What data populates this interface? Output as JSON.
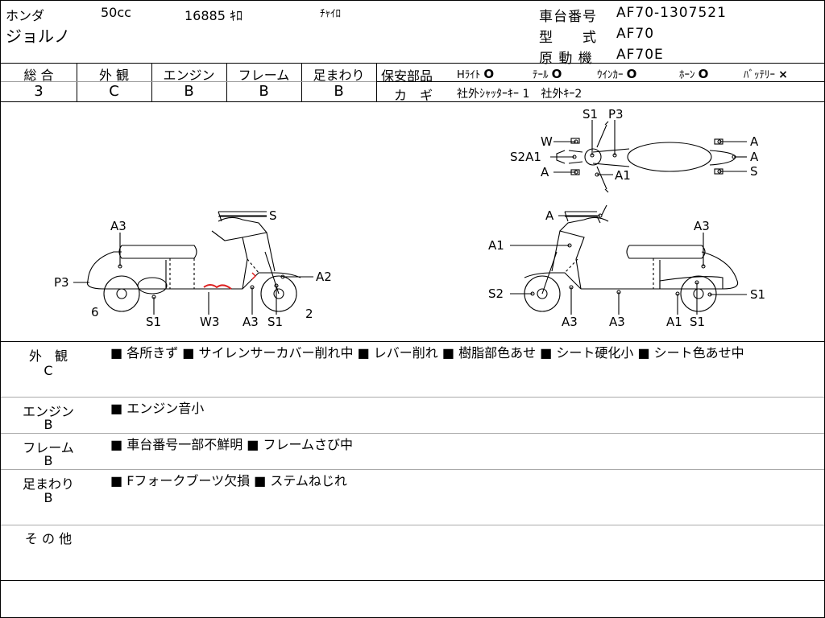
{
  "header": {
    "maker": "ホンダ",
    "displacement": "50cc",
    "mileage": "16885 ｷﾛ",
    "tag": "ﾁｬｲﾛ",
    "model_name": "ジョルノ",
    "frame_no_label": "車台番号",
    "frame_no": "AF70-1307521",
    "type_label": "型　　式",
    "type": "AF70",
    "engine_label": "原 動 機",
    "engine": "AF70E"
  },
  "grades": [
    {
      "label": "総 合",
      "value": "3"
    },
    {
      "label": "外 観",
      "value": "C"
    },
    {
      "label": "エンジン",
      "value": "B"
    },
    {
      "label": "フレーム",
      "value": "B"
    },
    {
      "label": "足まわり",
      "value": "B"
    }
  ],
  "safety": {
    "label": "保安部品",
    "items": [
      {
        "name": "Hﾗｲﾄ",
        "mark": "O"
      },
      {
        "name": "ﾃｰﾙ",
        "mark": "O"
      },
      {
        "name": "ｳｲﾝｶｰ",
        "mark": "O"
      },
      {
        "name": "ﾎｰﾝ",
        "mark": "O"
      },
      {
        "name": "ﾊﾞｯﾃﾘｰ",
        "mark": "×"
      }
    ],
    "key_label": "カ　ギ",
    "key_value": "社外ｼｬｯﾀｰｷｰ 1　社外ｷｰ2"
  },
  "diagram": {
    "top": {
      "S1": "S1",
      "P3": "P3",
      "W": "W",
      "S2A1": "S2A1",
      "A_l": "A",
      "A1": "A1",
      "A_r1": "A",
      "A_r2": "A",
      "S": "S"
    },
    "left": {
      "S": "S",
      "A3": "A3",
      "P3": "P3",
      "six": "6",
      "S1": "S1",
      "W3": "W3",
      "A3b": "A3",
      "S1b": "S1",
      "A2": "A2",
      "two": "2"
    },
    "right": {
      "A": "A",
      "A3": "A3",
      "A1": "A1",
      "S2": "S2",
      "A3a": "A3",
      "A3b": "A3",
      "A1b": "A1",
      "S1b": "S1",
      "S1r": "S1"
    }
  },
  "notes": [
    {
      "label": "外　観",
      "grade": "C",
      "text": "■ 各所きず ■ サイレンサーカバー削れ中 ■ レバー削れ ■ 樹脂部色あせ ■ シート硬化小 ■ シート色あせ中"
    },
    {
      "label": "エンジン",
      "grade": "B",
      "text": "■ エンジン音小"
    },
    {
      "label": "フレーム",
      "grade": "B",
      "text": "■ 車台番号一部不鮮明 ■ フレームさび中"
    },
    {
      "label": "足まわり",
      "grade": "B",
      "text": "■ Fフォークブーツ欠損 ■ ステムねじれ"
    },
    {
      "label": "そ の 他",
      "grade": "",
      "text": ""
    }
  ]
}
